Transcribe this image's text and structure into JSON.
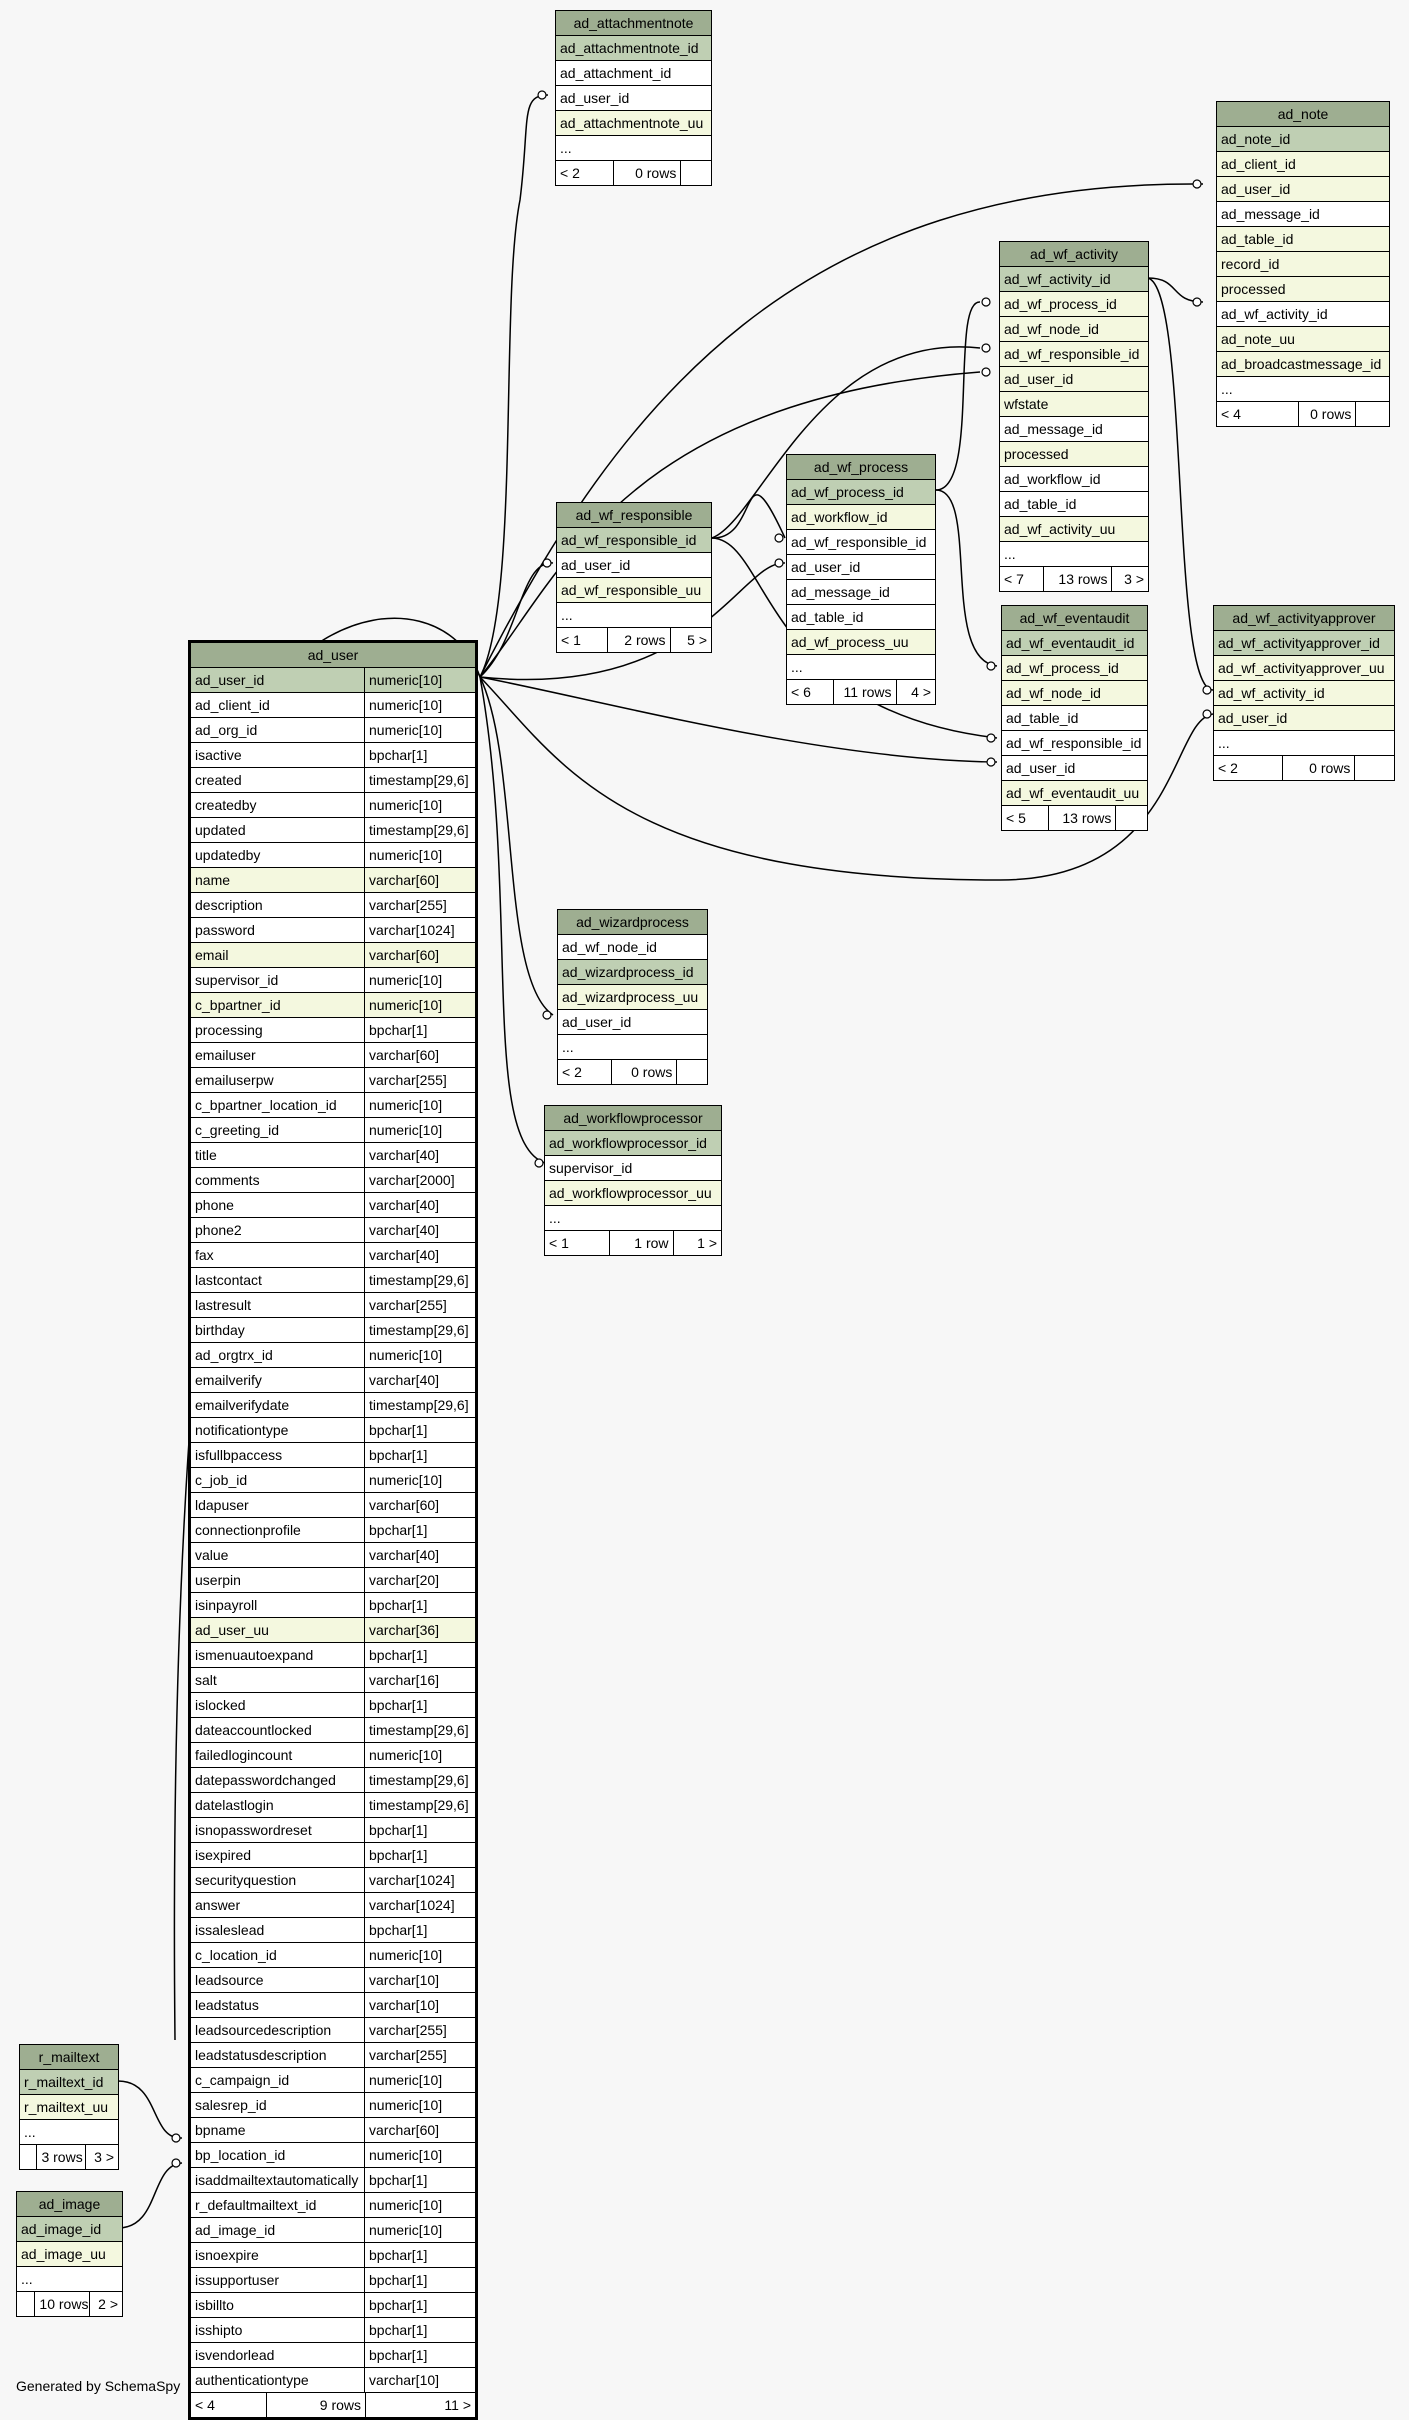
{
  "footer": "Generated by SchemaSpy",
  "colors": {
    "background": "#f7f7f7",
    "header": "#9eae91",
    "primary_key": "#bfcfb3",
    "unique": "#f4f8df"
  },
  "tables": {
    "ad_attachmentnote": {
      "name": "ad_attachmentnote",
      "rows": [
        {
          "name": "ad_attachmentnote_id",
          "kind": "pk"
        },
        {
          "name": "ad_attachment_id",
          "kind": ""
        },
        {
          "name": "ad_user_id",
          "kind": ""
        },
        {
          "name": "ad_attachmentnote_uu",
          "kind": "uq"
        },
        {
          "name": "...",
          "kind": ""
        }
      ],
      "foot": [
        "< 2",
        "0 rows",
        ""
      ]
    },
    "ad_note": {
      "name": "ad_note",
      "rows": [
        {
          "name": "ad_note_id",
          "kind": "pk"
        },
        {
          "name": "ad_client_id",
          "kind": "uq"
        },
        {
          "name": "ad_user_id",
          "kind": "uq"
        },
        {
          "name": "ad_message_id",
          "kind": ""
        },
        {
          "name": "ad_table_id",
          "kind": "uq"
        },
        {
          "name": "record_id",
          "kind": "uq"
        },
        {
          "name": "processed",
          "kind": "uq"
        },
        {
          "name": "ad_wf_activity_id",
          "kind": ""
        },
        {
          "name": "ad_note_uu",
          "kind": "uq"
        },
        {
          "name": "ad_broadcastmessage_id",
          "kind": "uq"
        },
        {
          "name": "...",
          "kind": ""
        }
      ],
      "foot": [
        "< 4",
        "0 rows",
        ""
      ]
    },
    "ad_wf_activity": {
      "name": "ad_wf_activity",
      "rows": [
        {
          "name": "ad_wf_activity_id",
          "kind": "pk"
        },
        {
          "name": "ad_wf_process_id",
          "kind": "uq"
        },
        {
          "name": "ad_wf_node_id",
          "kind": "uq"
        },
        {
          "name": "ad_wf_responsible_id",
          "kind": "uq"
        },
        {
          "name": "ad_user_id",
          "kind": "uq"
        },
        {
          "name": "wfstate",
          "kind": "uq"
        },
        {
          "name": "ad_message_id",
          "kind": ""
        },
        {
          "name": "processed",
          "kind": "uq"
        },
        {
          "name": "ad_workflow_id",
          "kind": ""
        },
        {
          "name": "ad_table_id",
          "kind": ""
        },
        {
          "name": "ad_wf_activity_uu",
          "kind": "uq"
        },
        {
          "name": "...",
          "kind": ""
        }
      ],
      "foot": [
        "< 7",
        "13 rows",
        "3 >"
      ]
    },
    "ad_wf_process": {
      "name": "ad_wf_process",
      "rows": [
        {
          "name": "ad_wf_process_id",
          "kind": "pk"
        },
        {
          "name": "ad_workflow_id",
          "kind": "uq"
        },
        {
          "name": "ad_wf_responsible_id",
          "kind": ""
        },
        {
          "name": "ad_user_id",
          "kind": ""
        },
        {
          "name": "ad_message_id",
          "kind": ""
        },
        {
          "name": "ad_table_id",
          "kind": ""
        },
        {
          "name": "ad_wf_process_uu",
          "kind": "uq"
        },
        {
          "name": "...",
          "kind": ""
        }
      ],
      "foot": [
        "< 6",
        "11 rows",
        "4 >"
      ]
    },
    "ad_wf_responsible": {
      "name": "ad_wf_responsible",
      "rows": [
        {
          "name": "ad_wf_responsible_id",
          "kind": "pk"
        },
        {
          "name": "ad_user_id",
          "kind": ""
        },
        {
          "name": "ad_wf_responsible_uu",
          "kind": "uq"
        },
        {
          "name": "...",
          "kind": ""
        }
      ],
      "foot": [
        "< 1",
        "2 rows",
        "5 >"
      ]
    },
    "ad_wf_eventaudit": {
      "name": "ad_wf_eventaudit",
      "rows": [
        {
          "name": "ad_wf_eventaudit_id",
          "kind": "pk"
        },
        {
          "name": "ad_wf_process_id",
          "kind": "uq"
        },
        {
          "name": "ad_wf_node_id",
          "kind": "uq"
        },
        {
          "name": "ad_table_id",
          "kind": ""
        },
        {
          "name": "ad_wf_responsible_id",
          "kind": ""
        },
        {
          "name": "ad_user_id",
          "kind": ""
        },
        {
          "name": "ad_wf_eventaudit_uu",
          "kind": "uq"
        }
      ],
      "foot": [
        "< 5",
        "13 rows",
        ""
      ]
    },
    "ad_wf_activityapprover": {
      "name": "ad_wf_activityapprover",
      "rows": [
        {
          "name": "ad_wf_activityapprover_id",
          "kind": "pk"
        },
        {
          "name": "ad_wf_activityapprover_uu",
          "kind": "uq"
        },
        {
          "name": "ad_wf_activity_id",
          "kind": "uq"
        },
        {
          "name": "ad_user_id",
          "kind": "uq"
        },
        {
          "name": "...",
          "kind": ""
        }
      ],
      "foot": [
        "< 2",
        "0 rows",
        ""
      ]
    },
    "ad_wizardprocess": {
      "name": "ad_wizardprocess",
      "rows": [
        {
          "name": "ad_wf_node_id",
          "kind": ""
        },
        {
          "name": "ad_wizardprocess_id",
          "kind": "pk"
        },
        {
          "name": "ad_wizardprocess_uu",
          "kind": "uq"
        },
        {
          "name": "ad_user_id",
          "kind": ""
        },
        {
          "name": "...",
          "kind": ""
        }
      ],
      "foot": [
        "< 2",
        "0 rows",
        ""
      ]
    },
    "ad_workflowprocessor": {
      "name": "ad_workflowprocessor",
      "rows": [
        {
          "name": "ad_workflowprocessor_id",
          "kind": "pk"
        },
        {
          "name": "supervisor_id",
          "kind": ""
        },
        {
          "name": "ad_workflowprocessor_uu",
          "kind": "uq"
        },
        {
          "name": "...",
          "kind": ""
        }
      ],
      "foot": [
        "< 1",
        "1 row",
        "1 >"
      ]
    },
    "r_mailtext": {
      "name": "r_mailtext",
      "rows": [
        {
          "name": "r_mailtext_id",
          "kind": "pk"
        },
        {
          "name": "r_mailtext_uu",
          "kind": "uq"
        },
        {
          "name": "...",
          "kind": ""
        }
      ],
      "foot": [
        "",
        "3 rows",
        "3 >"
      ]
    },
    "ad_image": {
      "name": "ad_image",
      "rows": [
        {
          "name": "ad_image_id",
          "kind": "pk"
        },
        {
          "name": "ad_image_uu",
          "kind": "uq"
        },
        {
          "name": "...",
          "kind": ""
        }
      ],
      "foot": [
        "",
        "10 rows",
        "2 >"
      ]
    },
    "ad_user": {
      "name": "ad_user",
      "rows": [
        {
          "name": "ad_user_id",
          "type": "numeric[10]",
          "kind": "pk"
        },
        {
          "name": "ad_client_id",
          "type": "numeric[10]",
          "kind": ""
        },
        {
          "name": "ad_org_id",
          "type": "numeric[10]",
          "kind": ""
        },
        {
          "name": "isactive",
          "type": "bpchar[1]",
          "kind": ""
        },
        {
          "name": "created",
          "type": "timestamp[29,6]",
          "kind": ""
        },
        {
          "name": "createdby",
          "type": "numeric[10]",
          "kind": ""
        },
        {
          "name": "updated",
          "type": "timestamp[29,6]",
          "kind": ""
        },
        {
          "name": "updatedby",
          "type": "numeric[10]",
          "kind": ""
        },
        {
          "name": "name",
          "type": "varchar[60]",
          "kind": "uq"
        },
        {
          "name": "description",
          "type": "varchar[255]",
          "kind": ""
        },
        {
          "name": "password",
          "type": "varchar[1024]",
          "kind": ""
        },
        {
          "name": "email",
          "type": "varchar[60]",
          "kind": "uq"
        },
        {
          "name": "supervisor_id",
          "type": "numeric[10]",
          "kind": ""
        },
        {
          "name": "c_bpartner_id",
          "type": "numeric[10]",
          "kind": "uq"
        },
        {
          "name": "processing",
          "type": "bpchar[1]",
          "kind": ""
        },
        {
          "name": "emailuser",
          "type": "varchar[60]",
          "kind": ""
        },
        {
          "name": "emailuserpw",
          "type": "varchar[255]",
          "kind": ""
        },
        {
          "name": "c_bpartner_location_id",
          "type": "numeric[10]",
          "kind": ""
        },
        {
          "name": "c_greeting_id",
          "type": "numeric[10]",
          "kind": ""
        },
        {
          "name": "title",
          "type": "varchar[40]",
          "kind": ""
        },
        {
          "name": "comments",
          "type": "varchar[2000]",
          "kind": ""
        },
        {
          "name": "phone",
          "type": "varchar[40]",
          "kind": ""
        },
        {
          "name": "phone2",
          "type": "varchar[40]",
          "kind": ""
        },
        {
          "name": "fax",
          "type": "varchar[40]",
          "kind": ""
        },
        {
          "name": "lastcontact",
          "type": "timestamp[29,6]",
          "kind": ""
        },
        {
          "name": "lastresult",
          "type": "varchar[255]",
          "kind": ""
        },
        {
          "name": "birthday",
          "type": "timestamp[29,6]",
          "kind": ""
        },
        {
          "name": "ad_orgtrx_id",
          "type": "numeric[10]",
          "kind": ""
        },
        {
          "name": "emailverify",
          "type": "varchar[40]",
          "kind": ""
        },
        {
          "name": "emailverifydate",
          "type": "timestamp[29,6]",
          "kind": ""
        },
        {
          "name": "notificationtype",
          "type": "bpchar[1]",
          "kind": ""
        },
        {
          "name": "isfullbpaccess",
          "type": "bpchar[1]",
          "kind": ""
        },
        {
          "name": "c_job_id",
          "type": "numeric[10]",
          "kind": ""
        },
        {
          "name": "ldapuser",
          "type": "varchar[60]",
          "kind": ""
        },
        {
          "name": "connectionprofile",
          "type": "bpchar[1]",
          "kind": ""
        },
        {
          "name": "value",
          "type": "varchar[40]",
          "kind": ""
        },
        {
          "name": "userpin",
          "type": "varchar[20]",
          "kind": ""
        },
        {
          "name": "isinpayroll",
          "type": "bpchar[1]",
          "kind": ""
        },
        {
          "name": "ad_user_uu",
          "type": "varchar[36]",
          "kind": "uq"
        },
        {
          "name": "ismenuautoexpand",
          "type": "bpchar[1]",
          "kind": ""
        },
        {
          "name": "salt",
          "type": "varchar[16]",
          "kind": ""
        },
        {
          "name": "islocked",
          "type": "bpchar[1]",
          "kind": ""
        },
        {
          "name": "dateaccountlocked",
          "type": "timestamp[29,6]",
          "kind": ""
        },
        {
          "name": "failedlogincount",
          "type": "numeric[10]",
          "kind": ""
        },
        {
          "name": "datepasswordchanged",
          "type": "timestamp[29,6]",
          "kind": ""
        },
        {
          "name": "datelastlogin",
          "type": "timestamp[29,6]",
          "kind": ""
        },
        {
          "name": "isnopasswordreset",
          "type": "bpchar[1]",
          "kind": ""
        },
        {
          "name": "isexpired",
          "type": "bpchar[1]",
          "kind": ""
        },
        {
          "name": "securityquestion",
          "type": "varchar[1024]",
          "kind": ""
        },
        {
          "name": "answer",
          "type": "varchar[1024]",
          "kind": ""
        },
        {
          "name": "issaleslead",
          "type": "bpchar[1]",
          "kind": ""
        },
        {
          "name": "c_location_id",
          "type": "numeric[10]",
          "kind": ""
        },
        {
          "name": "leadsource",
          "type": "varchar[10]",
          "kind": ""
        },
        {
          "name": "leadstatus",
          "type": "varchar[10]",
          "kind": ""
        },
        {
          "name": "leadsourcedescription",
          "type": "varchar[255]",
          "kind": ""
        },
        {
          "name": "leadstatusdescription",
          "type": "varchar[255]",
          "kind": ""
        },
        {
          "name": "c_campaign_id",
          "type": "numeric[10]",
          "kind": ""
        },
        {
          "name": "salesrep_id",
          "type": "numeric[10]",
          "kind": ""
        },
        {
          "name": "bpname",
          "type": "varchar[60]",
          "kind": ""
        },
        {
          "name": "bp_location_id",
          "type": "numeric[10]",
          "kind": ""
        },
        {
          "name": "isaddmailtextautomatically",
          "type": "bpchar[1]",
          "kind": ""
        },
        {
          "name": "r_defaultmailtext_id",
          "type": "numeric[10]",
          "kind": ""
        },
        {
          "name": "ad_image_id",
          "type": "numeric[10]",
          "kind": ""
        },
        {
          "name": "isnoexpire",
          "type": "bpchar[1]",
          "kind": ""
        },
        {
          "name": "issupportuser",
          "type": "bpchar[1]",
          "kind": ""
        },
        {
          "name": "isbillto",
          "type": "bpchar[1]",
          "kind": ""
        },
        {
          "name": "isshipto",
          "type": "bpchar[1]",
          "kind": ""
        },
        {
          "name": "isvendorlead",
          "type": "bpchar[1]",
          "kind": ""
        },
        {
          "name": "authenticationtype",
          "type": "varchar[10]",
          "kind": ""
        }
      ],
      "foot": [
        "< 4",
        "9 rows",
        "11 >"
      ]
    }
  }
}
